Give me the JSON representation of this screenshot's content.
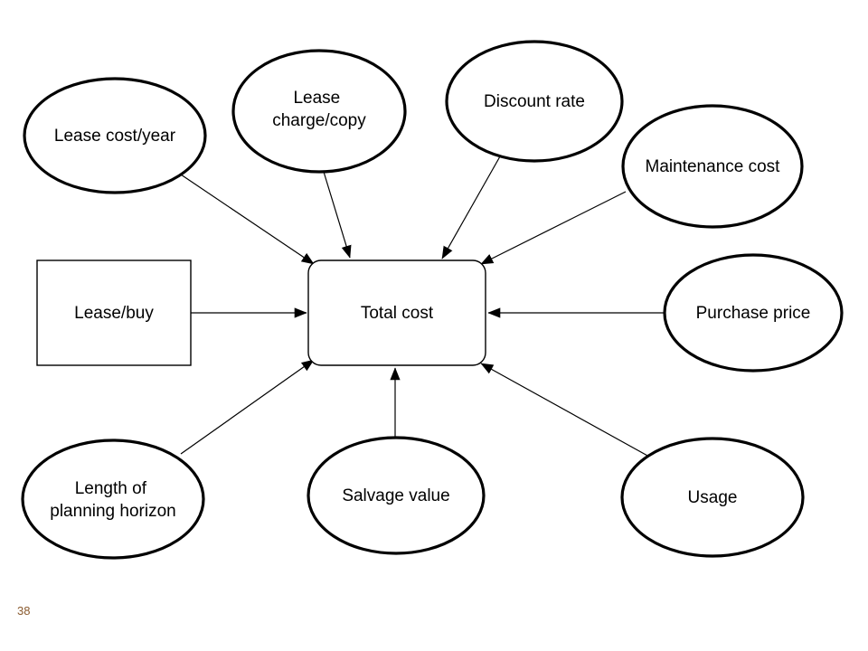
{
  "diagram": {
    "central": "Total cost",
    "decision": "Lease/buy",
    "inputs": {
      "lease_cost_year": "Lease cost/year",
      "lease_charge_copy": [
        "Lease",
        "charge/copy"
      ],
      "discount_rate": "Discount rate",
      "maintenance_cost": "Maintenance cost",
      "purchase_price": "Purchase price",
      "usage": "Usage",
      "salvage_value": "Salvage value",
      "length_of_planning_horizon": [
        "Length of",
        "planning horizon"
      ]
    }
  },
  "page": {
    "number": "38"
  }
}
